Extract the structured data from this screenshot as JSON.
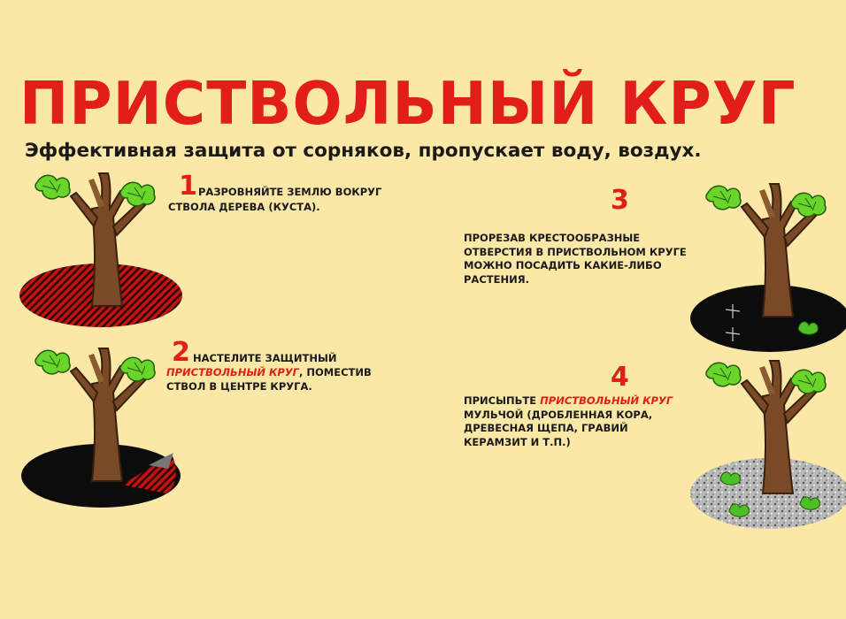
{
  "title": "ПРИСТВОЛЬНЫЙ КРУГ",
  "subtitle": "Эффективная защита от сорняков, пропускает воду, воздух.",
  "steps": [
    {
      "num": "1",
      "lines": [
        "РАЗРОВНЯЙТЕ ЗЕМЛЮ ВОКРУГ",
        "СТВОЛА ДЕРЕВА (КУСТА)."
      ]
    },
    {
      "num": "2",
      "line1": "НАСТЕЛИТЕ ЗАЩИТНЫЙ",
      "highlight": "ПРИСТВОЛЬНЫЙ КРУГ",
      "line2_rest": ", ПОМЕСТИВ",
      "line3": "СТВОЛ В ЦЕНТРЕ КРУГА."
    },
    {
      "num": "3",
      "lines": [
        "ПРОРЕЗАВ КРЕСТООБРАЗНЫЕ",
        "ОТВЕРСТИЯ В ПРИСТВОЛЬНОМ КРУГЕ",
        "МОЖНО ПОСАДИТЬ КАКИЕ-ЛИБО",
        "РАСТЕНИЯ."
      ]
    },
    {
      "num": "4",
      "line1_pre": "ПРИСЫПЬТЕ ",
      "highlight": "ПРИСТВОЛЬНЫЙ КРУГ",
      "line2": "МУЛЬЧОЙ (ДРОБЛЕННАЯ КОРА,",
      "line3": "ДРЕВЕСНАЯ ЩЕПА, ГРАВИЙ",
      "line4": "КЕРАМЗИТ И Т.П.)"
    }
  ],
  "colors": {
    "background": "#fbe7a6",
    "accent": "#e11e1a",
    "text": "#1a1a1a"
  }
}
